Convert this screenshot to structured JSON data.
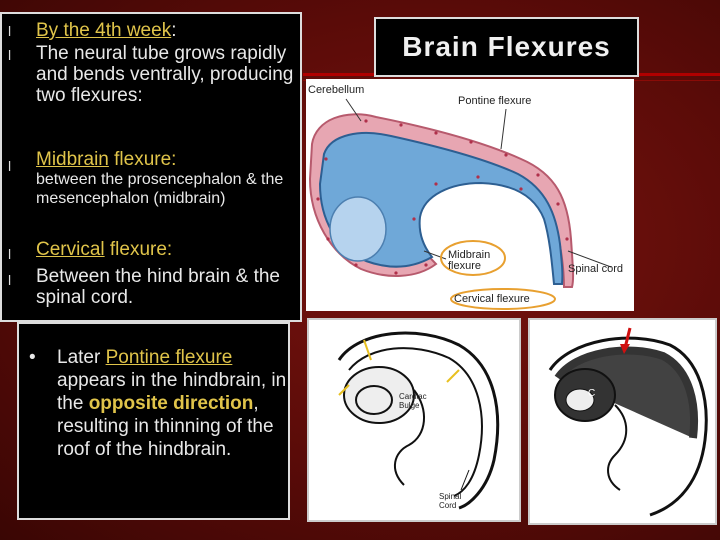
{
  "title": "Brain Flexures",
  "bullets": {
    "marker": "l",
    "week_link": "By the 4th week",
    "week_colon": ":",
    "neural_tube": "The neural tube grows rapidly and bends ventrally, producing two flexures:",
    "midbrain_word": "Midbrain",
    "midbrain_rest": "flexure:",
    "midbrain_desc": "between the prosencephalon & the mesencephalon (midbrain)",
    "cervical_word": "Cervical",
    "cervical_rest": "flexure:",
    "cervical_desc": "Between the hind brain & the spinal cord."
  },
  "diagram_labels": {
    "cerebellum": "Cerebellum",
    "pontine": "Pontine flexure",
    "midbrain": "Midbrain flexure",
    "spinal_cord": "Spinal cord",
    "cervical": "Cervical flexure"
  },
  "pontine": {
    "marker": "•",
    "lead": "Later",
    "link": "Pontine flexure",
    "mid": "appears in the hindbrain, in the",
    "emph": "opposite direction",
    "tail": ", resulting in thinning of the roof of the hindbrain."
  },
  "lower_labels": {
    "cardiac": "Cardiac Bulge",
    "spinal": "Spinal Cord",
    "c": "C"
  }
}
